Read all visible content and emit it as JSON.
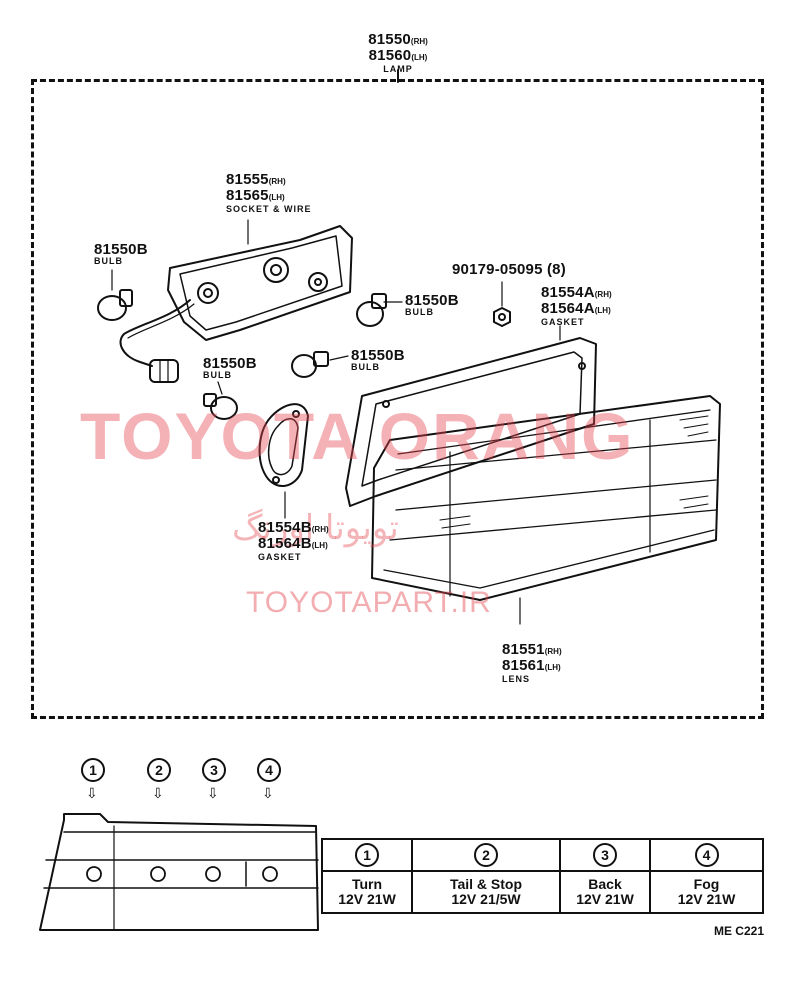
{
  "lamp": {
    "part_rh": "81550",
    "sfx_rh": "(RH)",
    "part_lh": "81560",
    "sfx_lh": "(LH)",
    "name": "LAMP"
  },
  "socket": {
    "part_rh": "81555",
    "sfx_rh": "(RH)",
    "part_lh": "81565",
    "sfx_lh": "(LH)",
    "name": "SOCKET & WIRE"
  },
  "bulb": {
    "part": "81550B",
    "name": "BULB"
  },
  "nut": {
    "part": "90179-05095 (8)"
  },
  "gasket_a": {
    "part_rh": "81554A",
    "sfx_rh": "(RH)",
    "part_lh": "81564A",
    "sfx_lh": "(LH)",
    "name": "GASKET"
  },
  "gasket_b": {
    "part_rh": "81554B",
    "sfx_rh": "(RH)",
    "part_lh": "81564B",
    "sfx_lh": "(LH)",
    "name": "GASKET"
  },
  "lens": {
    "part_rh": "81551",
    "sfx_rh": "(RH)",
    "part_lh": "81561",
    "sfx_lh": "(LH)",
    "name": "LENS"
  },
  "watermark": {
    "brand": "TOYOTA ORANG",
    "persian": "تویوتا اورنگ",
    "url": "TOYOTAPART.IR"
  },
  "positions": [
    "1",
    "2",
    "3",
    "4"
  ],
  "spec_table": [
    {
      "num": "1",
      "func": "Turn",
      "rating": "12V 21W"
    },
    {
      "num": "2",
      "func": "Tail & Stop",
      "rating": "12V 21/5W"
    },
    {
      "num": "3",
      "func": "Back",
      "rating": "12V 21W"
    },
    {
      "num": "4",
      "func": "Fog",
      "rating": "12V 21W"
    }
  ],
  "figure_code": "ME C221"
}
